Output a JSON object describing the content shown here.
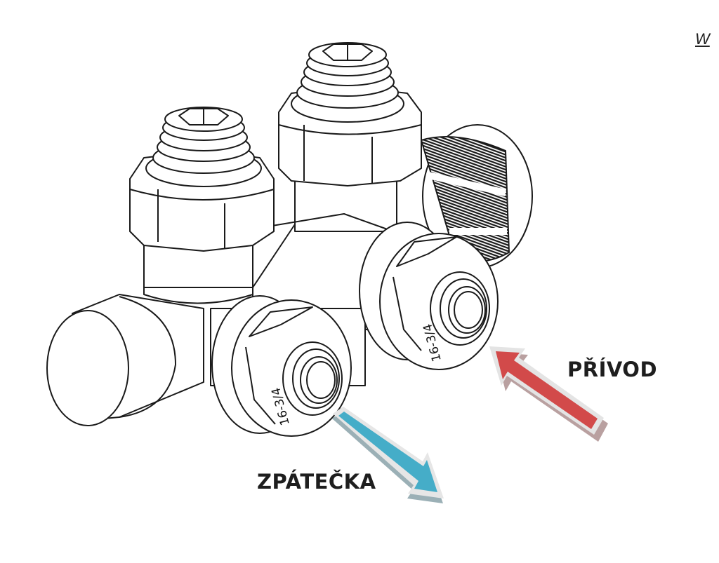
{
  "diagram": {
    "subject": "radiator valve fitting (H-block) line drawing",
    "corner_heading": "W",
    "labels": {
      "supply": "PŘÍVOD",
      "return": "ZPÁTEČKA"
    },
    "nut_markings": {
      "left_nut": "16-3/4",
      "right_nut": "16-3/4"
    },
    "arrows": {
      "supply": {
        "direction": "up-left",
        "color": "#d24a4a",
        "outline": "#e4e4e4",
        "shadow": "#b9a0a0"
      },
      "return": {
        "direction": "down-right",
        "color": "#45adc8",
        "outline": "#e6e6e6",
        "shadow": "#9bb0b6"
      }
    },
    "line_color": "#1a1a1a",
    "background": "#ffffff"
  }
}
